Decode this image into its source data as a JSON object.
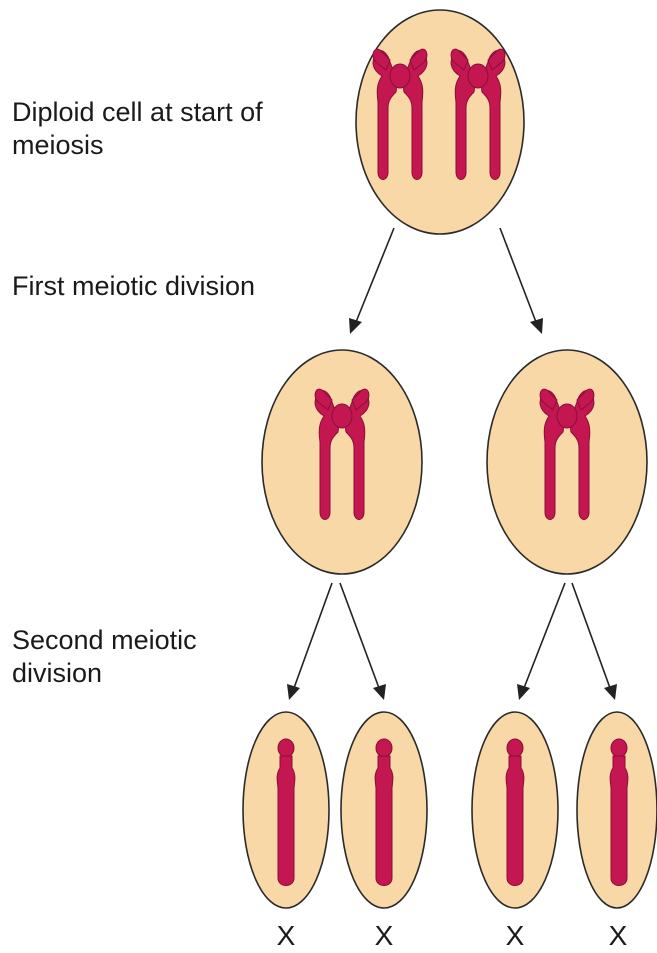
{
  "labels": {
    "start": "Diploid cell at start of\nmeiosis",
    "first": "First meiotic division",
    "second": "Second meiotic\ndivision"
  },
  "gamete_marks": [
    "X",
    "X",
    "X",
    "X"
  ],
  "colors": {
    "cell_fill": "#f7d8a6",
    "chromosome": "#c41650",
    "outline": "#2a2a2a"
  }
}
